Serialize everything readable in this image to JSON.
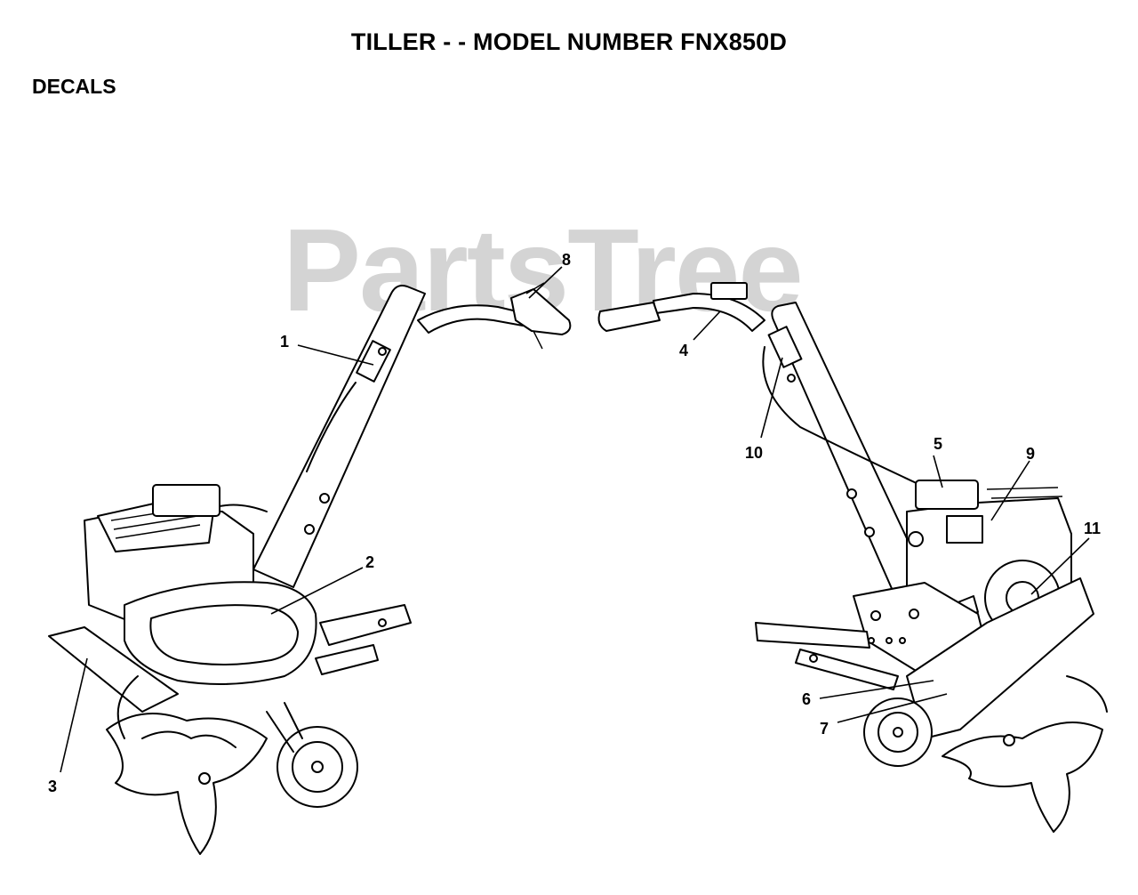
{
  "header": {
    "title": "TILLER - - MODEL NUMBER  FNX850D",
    "section": "DECALS"
  },
  "watermark": "PartsTree",
  "callouts": {
    "c1": "1",
    "c2": "2",
    "c3": "3",
    "c4": "4",
    "c5": "5",
    "c6": "6",
    "c7": "7",
    "c8": "8",
    "c9": "9",
    "c10": "10",
    "c11": "11"
  }
}
